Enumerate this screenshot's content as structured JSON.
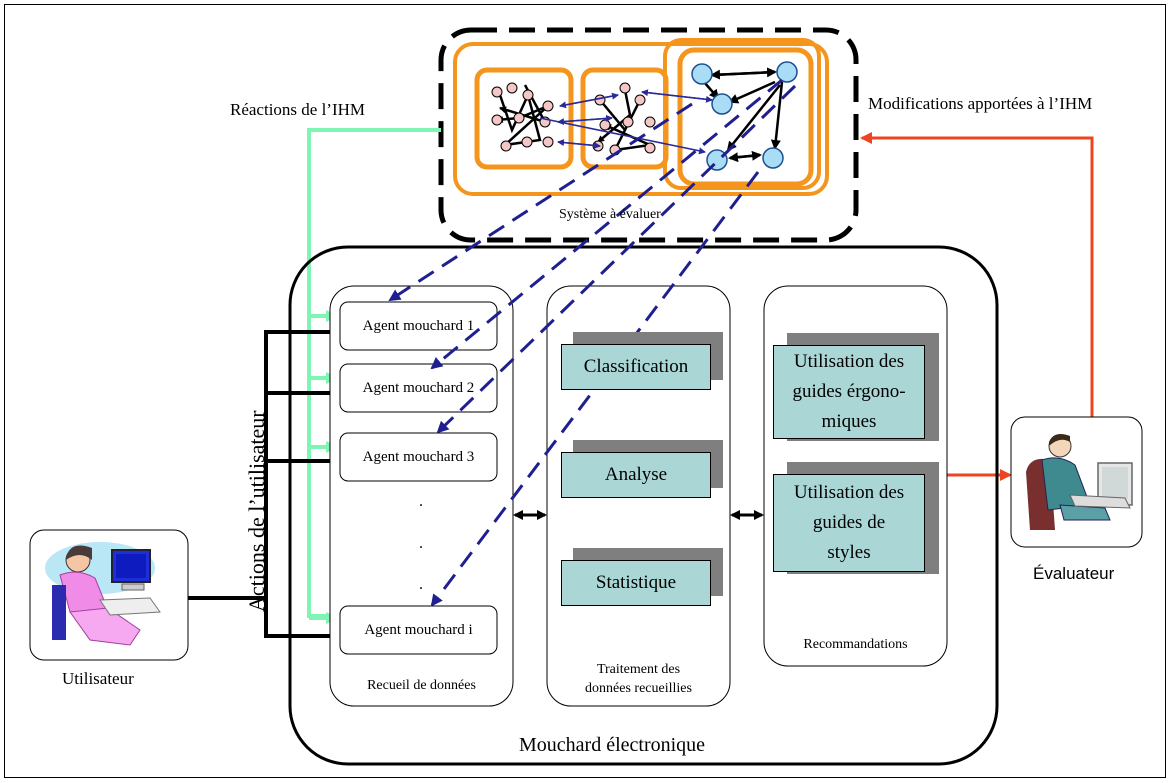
{
  "system": {
    "label": "Système à évaluer"
  },
  "left_feedback": {
    "label": "Réactions de l’IHM"
  },
  "right_feedback": {
    "label": "Modifications apportées à l’IHM"
  },
  "user_actions": {
    "label": "Actions de l’utilisateur"
  },
  "mouchard": {
    "title": "Mouchard électronique",
    "collection": {
      "title": "Recueil de données",
      "agents": [
        "Agent mouchard 1",
        "Agent mouchard 2",
        "Agent mouchard 3",
        "Agent mouchard i"
      ],
      "ellipsis": "."
    },
    "processing": {
      "title_line1": "Traitement des",
      "title_line2": "données recueillies",
      "steps": [
        "Classification",
        "Analyse",
        "Statistique"
      ]
    },
    "recommendations": {
      "title": "Recommandations",
      "guides": [
        {
          "line1": "Utilisation des",
          "line2": "guides érgono-",
          "line3": "miques"
        },
        {
          "line1": "Utilisation des",
          "line2": "guides de",
          "line3": "styles"
        }
      ]
    }
  },
  "actors": {
    "user": "Utilisateur",
    "evaluator": "Évaluateur"
  },
  "colors": {
    "orange": "#f4961e",
    "green_arrow": "#7ff5b4",
    "red_arrow": "#ee4422",
    "blue_dash": "#1f1f8f",
    "process_fill": "#aad6d6",
    "shadow": "#7f7f7f",
    "smiley_fill": "#a9dcf5"
  }
}
